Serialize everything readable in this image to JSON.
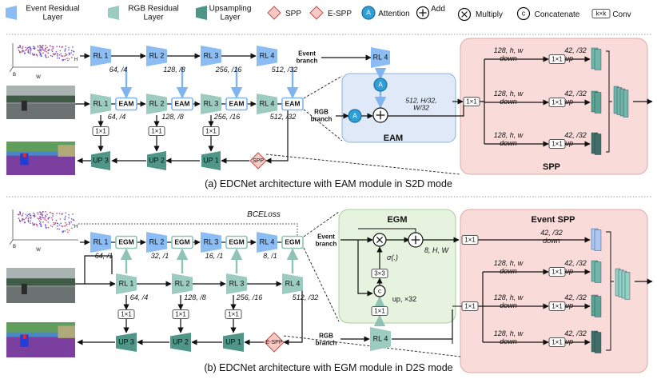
{
  "legend": {
    "event_residual": "Event Residual\nLayer",
    "rgb_residual": "RGB Residual\nLayer",
    "upsampling": "Upsampling\nLayer",
    "spp": "SPP",
    "espp": "E-SPP",
    "attention": "Attention",
    "attention_symbol": "A",
    "add": "Add",
    "multiply": "Multiply",
    "concatenate": "Concatenate",
    "concatenate_symbol": "c",
    "conv": "Conv",
    "conv_symbol": "k×k"
  },
  "colors": {
    "event": "#8cbcf4",
    "rgb": "#9ccbc0",
    "up": "#4f9688",
    "spp_diamond": "#f6c9c4",
    "attention": "#2f9fd8",
    "eam_panel": "#dfe9f7",
    "egm_panel": "#e6f3df",
    "spp_panel": "#f9dcda"
  },
  "diagram_a": {
    "caption": "(a) EDCNet architecture with EAM module in S2D mode",
    "axis_h": "H",
    "axis_b": "B",
    "axis_w": "W",
    "event_layers": [
      {
        "name": "RL 1",
        "scale": "64, /4"
      },
      {
        "name": "RL 2",
        "scale": "128, /8"
      },
      {
        "name": "RL 3",
        "scale": "256, /16"
      },
      {
        "name": "RL 4",
        "scale": "512, /32"
      }
    ],
    "rgb_layers": [
      {
        "name": "RL 1",
        "scale": "64, /4"
      },
      {
        "name": "RL 2",
        "scale": "128, /8"
      },
      {
        "name": "RL 3",
        "scale": "256, /16"
      },
      {
        "name": "RL 4",
        "scale": "512, /32"
      }
    ],
    "module_label": "EAM",
    "up_layers": [
      "UP 3",
      "UP 2",
      "UP 1"
    ],
    "conv_label": "1×1",
    "spp_label": "SPP",
    "eam_detail": {
      "title": "EAM",
      "event_branch": "Event\nbranch",
      "rgb_branch": "RGB\nbranch",
      "rl4": "RL 4",
      "attn": "A",
      "dims": "512, H/32,\nW/32"
    },
    "spp_detail": {
      "title": "SPP",
      "input_conv": "1×1",
      "branches": [
        {
          "left": "128, h, w",
          "left_sub": "down",
          "conv": "1×1",
          "right": "42, /32",
          "right_sub": "up"
        },
        {
          "left": "128, h, w",
          "left_sub": "down",
          "conv": "1×1",
          "right": "42, /32",
          "right_sub": "up"
        },
        {
          "left": "128, h, w",
          "left_sub": "down",
          "conv": "1×1",
          "right": "42, /32",
          "right_sub": "up"
        }
      ]
    }
  },
  "diagram_b": {
    "caption": "(b) EDCNet architecture with EGM module in D2S mode",
    "bce_loss": "BCELoss",
    "axis_h": "H",
    "axis_b": "B",
    "axis_w": "W",
    "event_layers": [
      {
        "name": "RL 1",
        "scale": "64, /1"
      },
      {
        "name": "RL 2",
        "scale": "32, /1"
      },
      {
        "name": "RL 3",
        "scale": "16, /1"
      },
      {
        "name": "RL 4",
        "scale": "8, /1"
      }
    ],
    "rgb_layers": [
      {
        "name": "RL 1",
        "scale": "64, /4"
      },
      {
        "name": "RL 2",
        "scale": "128, /8"
      },
      {
        "name": "RL 3",
        "scale": "256, /16"
      },
      {
        "name": "RL 4",
        "scale": "512, /32"
      }
    ],
    "module_label": "EGM",
    "up_layers": [
      "UP 3",
      "UP 2",
      "UP 1"
    ],
    "conv_label": "1×1",
    "espp_label": "E-SPP",
    "egm_detail": {
      "title": "EGM",
      "event_branch": "Event\nbranch",
      "rgb_branch": "RGB\nbranch",
      "sigma": "σ(.)",
      "conv33": "3×3",
      "conv11": "1×1",
      "concat": "c",
      "up_note": "up, ×32",
      "dims": "8, H, W",
      "rl4": "RL 4"
    },
    "espp_detail": {
      "title": "Event SPP",
      "top_conv": "1×1",
      "top_right": "42, /32",
      "top_right_sub": "down",
      "input_conv": "1×1",
      "branches": [
        {
          "left": "128, h, w",
          "left_sub": "down",
          "conv": "1×1",
          "right": "42, /32",
          "right_sub": "up"
        },
        {
          "left": "128, h, w",
          "left_sub": "down",
          "conv": "1×1",
          "right": "42, /32",
          "right_sub": "up"
        },
        {
          "left": "128, h, w",
          "left_sub": "down",
          "conv": "1×1",
          "right": "42, /32",
          "right_sub": "up"
        }
      ]
    }
  }
}
